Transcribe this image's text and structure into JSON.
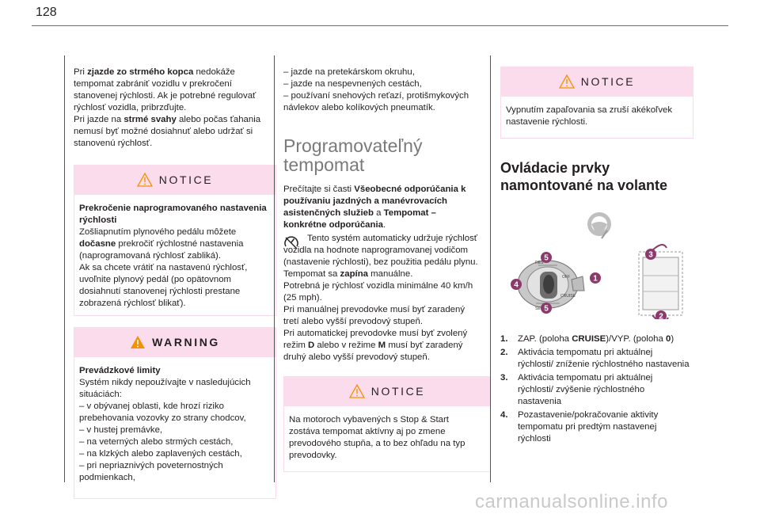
{
  "page_number": "128",
  "col1": {
    "intro": [
      {
        "t": "Pri "
      },
      {
        "t": "zjazde zo strmého kopca",
        "b": true
      },
      {
        "t": " nedokáže tempomat zabrániť vozidlu v prekročení stanovenej rýchlosti. Ak je potrebné regulovať rýchlosť vozidla, pribrzďujte."
      },
      {
        "br": true
      },
      {
        "t": "Pri jazde na "
      },
      {
        "t": "strmé svahy",
        "b": true
      },
      {
        "t": " alebo počas ťahania nemusí byť možné dosiahnuť alebo udržať si stanovenú rýchlosť."
      }
    ],
    "notice": {
      "label": "NOTICE",
      "content": [
        {
          "t": "Prekročenie naprogramovaného nastavenia rýchlosti",
          "b": true
        },
        {
          "br": true
        },
        {
          "t": "Zošliapnutím plynového pedálu môžete "
        },
        {
          "t": "dočasne",
          "b": true
        },
        {
          "t": " prekročiť rýchlostné nastavenia (naprogramovaná rýchlosť zabliká)."
        },
        {
          "br": true
        },
        {
          "t": "Ak sa chcete vrátiť na nastavenú rýchlosť, uvoľnite plynový pedál (po opätovnom dosiahnutí stanovenej rýchlosti prestane zobrazená rýchlosť blikať)."
        }
      ]
    },
    "warning": {
      "label": "WARNING",
      "content": [
        {
          "t": "Prevádzkové limity",
          "b": true
        },
        {
          "br": true
        },
        {
          "t": "Systém nikdy nepoužívajte v nasledujúcich situáciách:"
        },
        {
          "br": true
        },
        {
          "t": "–  v obývanej oblasti, kde hrozí riziko prebehovania vozovky zo strany chodcov,"
        },
        {
          "br": true
        },
        {
          "t": "–  v hustej premávke,"
        },
        {
          "br": true
        },
        {
          "t": "–  na veterných alebo strmých cestách,"
        },
        {
          "br": true
        },
        {
          "t": "–  na klzkých alebo zaplavených cestách,"
        },
        {
          "br": true
        },
        {
          "t": "–  pri nepriaznivých poveternostných podmienkach,"
        }
      ]
    }
  },
  "col2": {
    "intro": [
      {
        "t": "–  jazde na pretekárskom okruhu,"
      },
      {
        "br": true
      },
      {
        "t": "–  jazde na nespevnených cestách,"
      },
      {
        "br": true
      },
      {
        "t": "–  používaní snehových reťazí, protišmykových návlekov alebo kolíkových pneumatík."
      }
    ],
    "heading": "Programovateľný tempomat",
    "para1": [
      {
        "t": "Prečítajte si časti "
      },
      {
        "t": "Všeobecné odporúčania k používaniu jazdných a manévrovacích asistenčných služieb",
        "b": true
      },
      {
        "t": " a "
      },
      {
        "t": "Tempomat – konkrétne odporúčania",
        "b": true
      },
      {
        "t": "."
      }
    ],
    "para2": [
      {
        "t": "Tento systém automaticky udržuje rýchlosť vozidla na hodnote naprogramovanej vodičom (nastavenie rýchlosti), bez použitia pedálu plynu."
      },
      {
        "br": true
      },
      {
        "t": "Tempomat sa "
      },
      {
        "t": "zapína",
        "b": true
      },
      {
        "t": " manuálne."
      },
      {
        "br": true
      },
      {
        "t": "Potrebná je rýchlosť vozidla minimálne 40 km/h (25 mph)."
      },
      {
        "br": true
      },
      {
        "t": "Pri manuálnej prevodovke musí byť zaradený tretí alebo vyšší prevodový stupeň."
      },
      {
        "br": true
      },
      {
        "t": "Pri automatickej prevodovke musí byť zvolený režim "
      },
      {
        "t": "D",
        "b": true
      },
      {
        "t": " alebo v režime "
      },
      {
        "t": "M",
        "b": true
      },
      {
        "t": " musí byť zaradený druhý alebo vyšší prevodový stupeň."
      }
    ],
    "notice": {
      "label": "NOTICE",
      "content": [
        {
          "t": "Na motoroch vybavených s Stop & Start zostáva tempomat aktívny aj po zmene prevodového stupňa, a to bez ohľadu na typ prevodovky."
        }
      ]
    }
  },
  "col3": {
    "notice": {
      "label": "NOTICE",
      "content": [
        {
          "t": "Vypnutím zapaľovania sa zruší akékoľvek nastavenie rýchlosti."
        }
      ]
    },
    "heading": "Ovládacie prvky namontované na volante",
    "items": [
      {
        "n": "1.",
        "content": [
          {
            "t": "ZAP. (poloha "
          },
          {
            "t": "CRUISE",
            "b": true
          },
          {
            "t": ")/VYP. (poloha "
          },
          {
            "t": "0",
            "b": true
          },
          {
            "t": ")"
          }
        ]
      },
      {
        "n": "2.",
        "content": [
          {
            "t": "Aktivácia tempomatu pri aktuálnej rýchlosti/ zníženie rýchlostného nastavenia"
          }
        ]
      },
      {
        "n": "3.",
        "content": [
          {
            "t": "Aktivácia tempomatu pri aktuálnej rýchlosti/ zvýšenie rýchlostného nastavenia"
          }
        ]
      },
      {
        "n": "4.",
        "content": [
          {
            "t": "Pozastavenie/pokračovanie aktivity tempomatu pri predtým nastavenej rýchlosti"
          }
        ]
      }
    ],
    "figure_callouts": [
      "1",
      "2",
      "3",
      "4",
      "5",
      "5"
    ],
    "lever_markings": [
      "RES",
      "SET",
      "OFF",
      "CRUISE"
    ]
  },
  "watermark": "carmanualsonline.info",
  "colors": {
    "notice_bg": "#fbdced",
    "heading_gray": "#7a7a7a",
    "callout": "#8b3a6b",
    "warning_orange": "#f39200"
  }
}
